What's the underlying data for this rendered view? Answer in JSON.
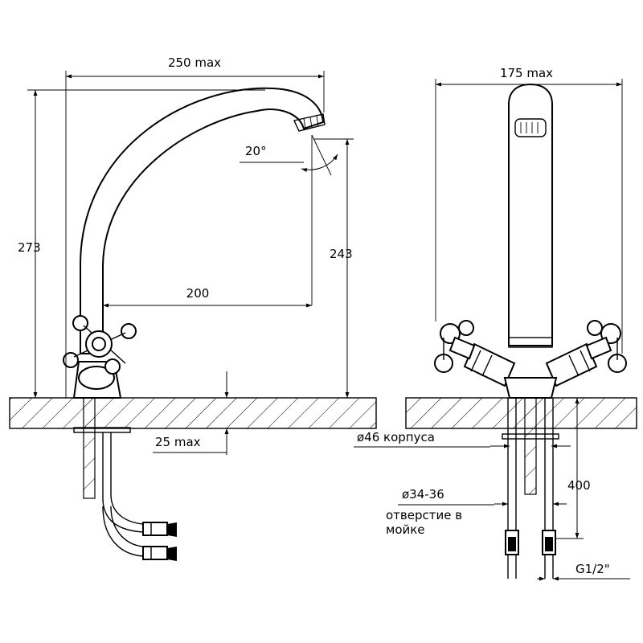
{
  "labels": {
    "width_250": "250 max",
    "width_175": "175 max",
    "height_273": "273",
    "height_243": "243",
    "reach_200": "200",
    "angle_20": "20°",
    "thickness_25": "25 max",
    "body_46": "ø46 корпуса",
    "hole_34": "ø34-36",
    "hole_desc_1": "отверстие в",
    "hole_desc_2": "мойке",
    "hose_400": "400",
    "thread_g": "G1/2\""
  }
}
